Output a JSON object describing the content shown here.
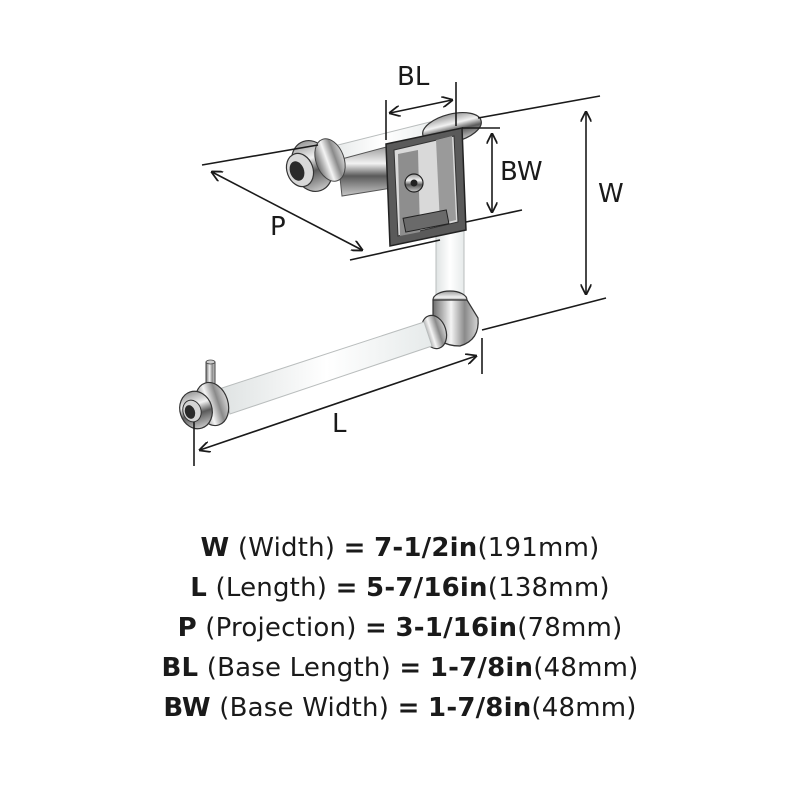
{
  "dimension_labels": {
    "bl": "BL",
    "bw": "BW",
    "w": "W",
    "p": "P",
    "l": "L"
  },
  "specs": [
    {
      "abbr": "W",
      "name": "(Width)",
      "eq": "=",
      "imperial": "7-1/2in",
      "metric": "(191mm)"
    },
    {
      "abbr": "L",
      "name": "(Length)",
      "eq": "=",
      "imperial": "5-7/16in",
      "metric": "(138mm)"
    },
    {
      "abbr": "P",
      "name": "(Projection)",
      "eq": "=",
      "imperial": "3-1/16in",
      "metric": "(78mm)"
    },
    {
      "abbr": "BL",
      "name": "(Base Length)",
      "eq": "=",
      "imperial": "1-7/8in",
      "metric": "(48mm)"
    },
    {
      "abbr": "BW",
      "name": "(Base Width)",
      "eq": "=",
      "imperial": "1-7/8in",
      "metric": "(48mm)"
    }
  ],
  "colors": {
    "line": "#1a1a1a",
    "chrome_dark": "#3a3a3a",
    "chrome_mid": "#8a8a8a",
    "chrome_light": "#e6e6e6",
    "acrylic": "#f4f6f6"
  }
}
